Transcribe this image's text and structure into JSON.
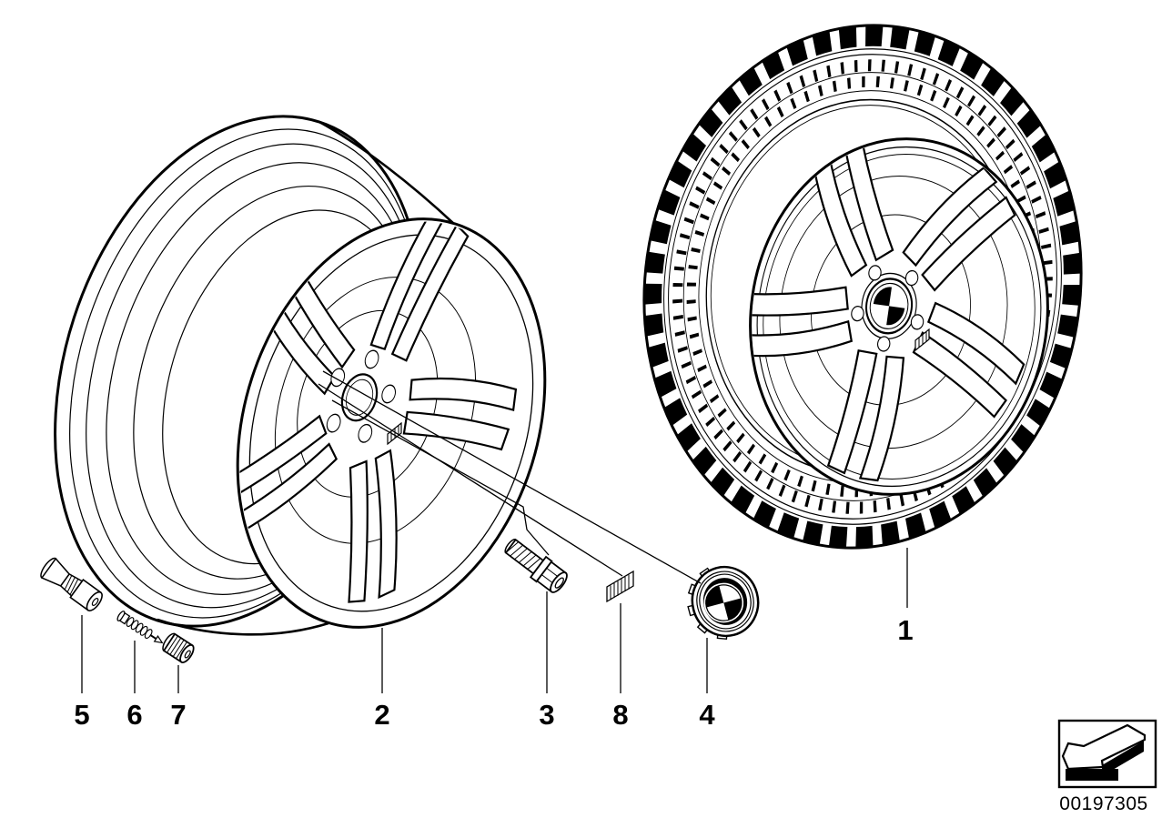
{
  "diagram": {
    "background_color": "#ffffff",
    "line_color": "#000000",
    "callouts": [
      {
        "label": "1"
      },
      {
        "label": "2"
      },
      {
        "label": "3"
      },
      {
        "label": "4"
      },
      {
        "label": "5"
      },
      {
        "label": "6"
      },
      {
        "label": "7"
      },
      {
        "label": "8"
      }
    ],
    "footer": {
      "part_number": "00197305",
      "arrow_icon": "diagram-nav-arrow-icon"
    }
  }
}
